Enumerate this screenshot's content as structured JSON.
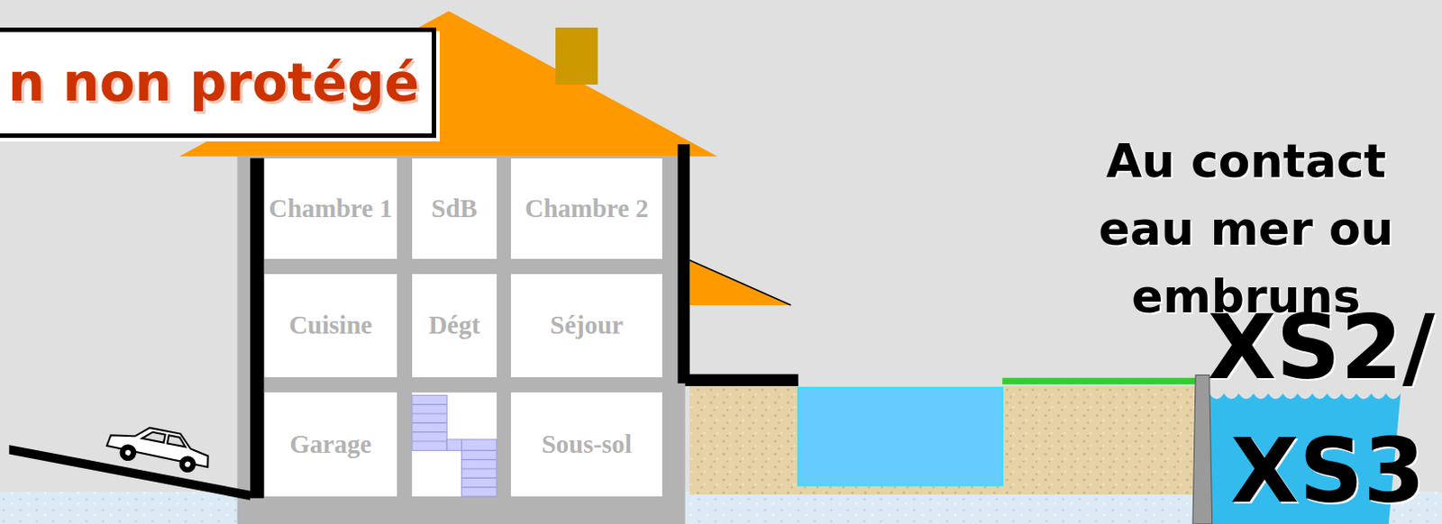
{
  "diagram": {
    "title": "n non protégé",
    "nodes": [
      {
        "text": [
          "Chambre 1"
        ]
      },
      {
        "text": [
          "SdB"
        ]
      },
      {
        "text": [
          "Chambre 2"
        ]
      },
      {
        "text": [
          "Cuisine"
        ]
      },
      {
        "text": [
          "Dégt"
        ]
      },
      {
        "text": [
          "Séjour"
        ]
      },
      {
        "text": [
          "Garage"
        ]
      },
      {
        "text": [
          "Sous-sol"
        ]
      }
    ],
    "labels": [
      "Au contact eau mer ou embruns",
      "XS2/",
      "XS3"
    ]
  }
}
